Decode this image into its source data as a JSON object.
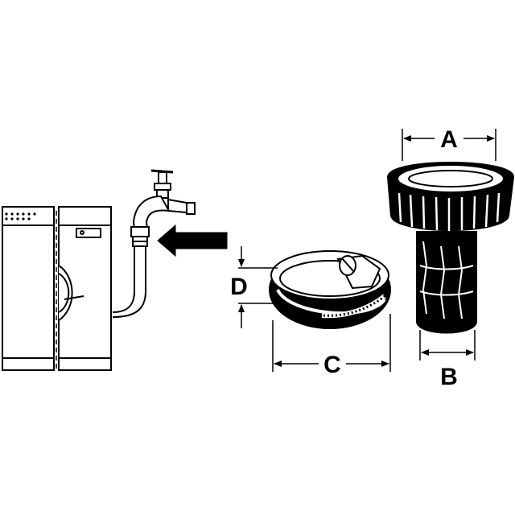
{
  "labels": {
    "a": "A",
    "b": "B",
    "c": "C",
    "d": "D"
  },
  "colors": {
    "line": "#000000",
    "fill": "#ffffff"
  }
}
